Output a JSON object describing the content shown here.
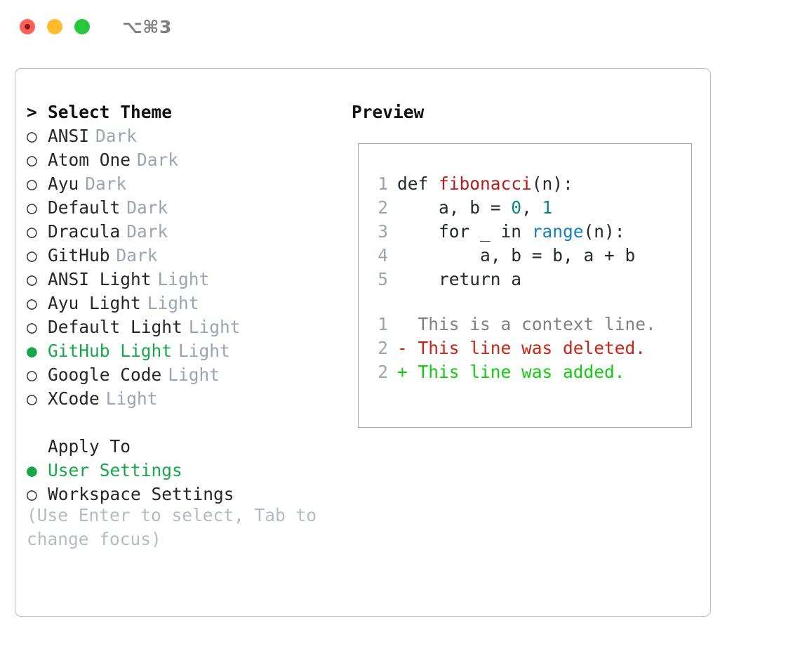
{
  "window": {
    "traffic_lights": [
      "close-red",
      "minimize-yellow",
      "maximize-green"
    ],
    "shortcut": "⌥⌘3"
  },
  "theme_picker": {
    "header_marker": ">",
    "header": "Select Theme",
    "radio_off": "○",
    "radio_on": "●",
    "items": [
      {
        "label": "ANSI",
        "suffix": "Dark",
        "selected": false
      },
      {
        "label": "Atom One",
        "suffix": "Dark",
        "selected": false
      },
      {
        "label": "Ayu",
        "suffix": "Dark",
        "selected": false
      },
      {
        "label": "Default",
        "suffix": "Dark",
        "selected": false
      },
      {
        "label": "Dracula",
        "suffix": "Dark",
        "selected": false
      },
      {
        "label": "GitHub",
        "suffix": "Dark",
        "selected": false
      },
      {
        "label": "ANSI Light",
        "suffix": "Light",
        "selected": false
      },
      {
        "label": "Ayu Light",
        "suffix": "Light",
        "selected": false
      },
      {
        "label": "Default Light",
        "suffix": "Light",
        "selected": false
      },
      {
        "label": "GitHub Light",
        "suffix": "Light",
        "selected": true
      },
      {
        "label": "Google Code",
        "suffix": "Light",
        "selected": false
      },
      {
        "label": "XCode",
        "suffix": "Light",
        "selected": false
      }
    ]
  },
  "apply_to": {
    "header": "Apply To",
    "items": [
      {
        "label": "User Settings",
        "selected": true
      },
      {
        "label": "Workspace Settings",
        "selected": false
      }
    ]
  },
  "hint": "(Use Enter to select, Tab to change focus)",
  "preview": {
    "title": "Preview",
    "code": [
      {
        "no": "1",
        "segments": [
          {
            "t": "def ",
            "c": "plain"
          },
          {
            "t": "fibonacci",
            "c": "fn"
          },
          {
            "t": "(n):",
            "c": "plain"
          }
        ]
      },
      {
        "no": "2",
        "segments": [
          {
            "t": "    a, b = ",
            "c": "plain"
          },
          {
            "t": "0",
            "c": "num"
          },
          {
            "t": ", ",
            "c": "plain"
          },
          {
            "t": "1",
            "c": "num"
          }
        ]
      },
      {
        "no": "3",
        "segments": [
          {
            "t": "    for _ in ",
            "c": "plain"
          },
          {
            "t": "range",
            "c": "call"
          },
          {
            "t": "(n):",
            "c": "plain"
          }
        ]
      },
      {
        "no": "4",
        "segments": [
          {
            "t": "        a, b = b, a + b",
            "c": "plain"
          }
        ]
      },
      {
        "no": "5",
        "segments": [
          {
            "t": "    return a",
            "c": "plain"
          }
        ]
      }
    ],
    "diff": [
      {
        "no": "1",
        "text": "  This is a context line.",
        "kind": "ctx"
      },
      {
        "no": "2",
        "text": "- This line was deleted.",
        "kind": "del"
      },
      {
        "no": "2",
        "text": "+ This line was added.",
        "kind": "add"
      }
    ]
  },
  "colors": {
    "accent_green": "#18a64a",
    "diff_add": "#11cc11",
    "diff_del": "#cc2211",
    "muted": "#9aa5b4",
    "keyword_fn": "#b41d1d",
    "number": "#088383",
    "call": "#1184bb"
  }
}
